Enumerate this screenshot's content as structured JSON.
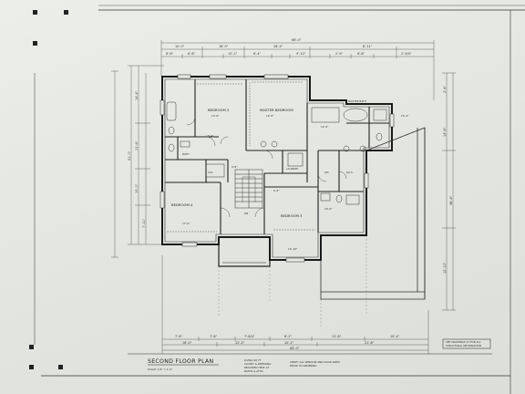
{
  "plan": {
    "title": "SECOND FLOOR PLAN",
    "scale": "SCALE: 1/4\" = 1'-0\"",
    "notes": [
      "LIVING SQ FT",
      "CLOSET & DRESSING",
      "PROVIDED HEAT AT",
      "BATHS & ATTIC"
    ],
    "verify_note": [
      "VERIFY ALL WINDOW AND DOOR SIZES",
      "PRIOR TO ORDERING"
    ],
    "structural_note": [
      "SEE DRAWINGS S1 FOR ALL",
      "STRUCTURAL INFORMATION"
    ]
  },
  "rooms": {
    "bedroom_2": "BEDROOM 2",
    "master_bedroom": "MASTER BEDROOM",
    "bedroom_4": "BEDROOM 4",
    "bedroom_3": "BEDROOM 3",
    "laundry": "LAUNDRY",
    "bath": "BATH",
    "wic": "W.I.C.",
    "clo": "CLO",
    "lin": "LIN",
    "mbath": "MASTER BATH",
    "stairs": "DN"
  },
  "dimensions": {
    "top_overall": "66'-0\"",
    "top_segments": [
      "10'-0\"",
      "18'-9\"",
      "28'-4\"",
      "8'-11\""
    ],
    "top_sub": [
      "8'-6\"",
      "6'-8\"",
      "12'-2\"",
      "6'-4\"",
      "9'-10\"",
      "2'-9\"",
      "6'-8\"",
      "2'-9/4\""
    ],
    "bottom_segments": [
      "7'-8\"",
      "7'-6\"",
      "7'-8/4\"",
      "8'-2\"",
      "11'-8\"",
      "10'-4\""
    ],
    "bottom_mid": [
      "16'-0\"",
      "12'-2\"",
      "10'-2\"",
      "21'-8\""
    ],
    "bottom_overall": "66'-0\"",
    "left_overall": "51'-0\"",
    "left_segments": [
      "14'-4\"",
      "11'-6\"",
      "10'-0\"",
      "7'-11\""
    ],
    "right_overall": "38'-8\"",
    "right_segments": [
      "2'-4\"",
      "13'-6\"",
      "12'-10\""
    ],
    "room_dims": [
      "13'-6\"",
      "14'-8\"",
      "17'-6\"",
      "12'-10\"",
      "15'-4\"",
      "13'-4\"",
      "10'-6\"",
      "6'-4\"",
      "12'-0\"",
      "9'-8\""
    ]
  }
}
